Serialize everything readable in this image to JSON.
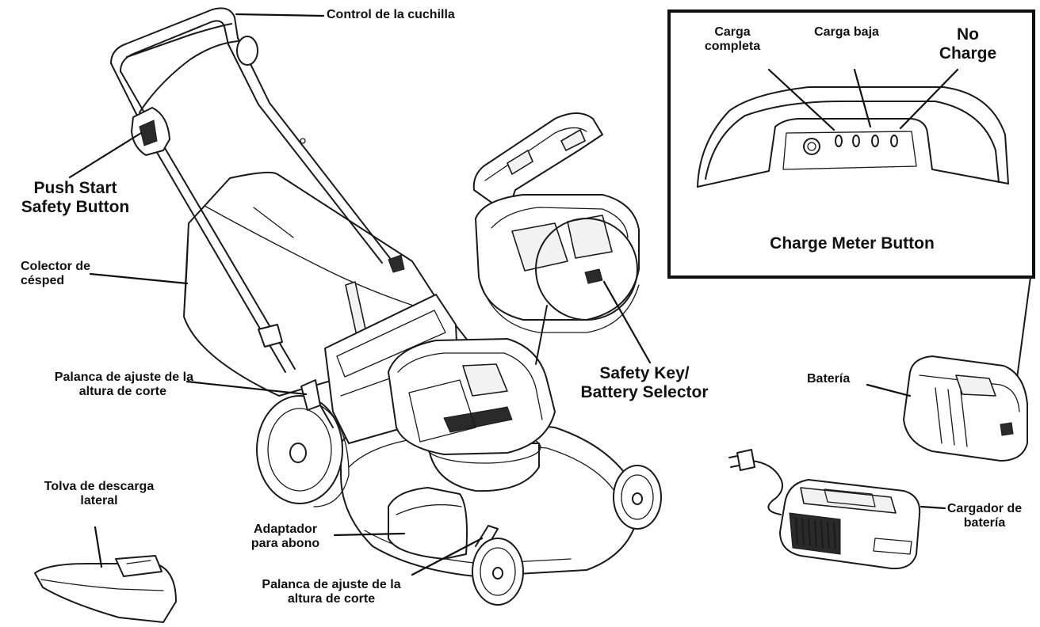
{
  "labels": {
    "blade_control": "Control de la cuchilla",
    "push_start_line1": "Push Start",
    "push_start_line2": "Safety Button",
    "grass_catcher_line1": "Colector de",
    "grass_catcher_line2": "césped",
    "height_lever_top_line1": "Palanca de ajuste de la",
    "height_lever_top_line2": "altura de corte",
    "side_discharge_line1": "Tolva de descarga",
    "side_discharge_line2": "lateral",
    "mulch_adapter_line1": "Adaptador",
    "mulch_adapter_line2": "para abono",
    "height_lever_bottom_line1": "Palanca de ajuste de la",
    "height_lever_bottom_line2": "altura de corte",
    "safety_key_line1": "Safety Key/",
    "safety_key_line2": "Battery Selector",
    "battery": "Batería",
    "charger_line1": "Cargador de",
    "charger_line2": "batería"
  },
  "charge_meter": {
    "full_line1": "Carga",
    "full_line2": "completa",
    "low": "Carga baja",
    "none_line1": "No",
    "none_line2": "Charge",
    "caption": "Charge Meter Button"
  }
}
